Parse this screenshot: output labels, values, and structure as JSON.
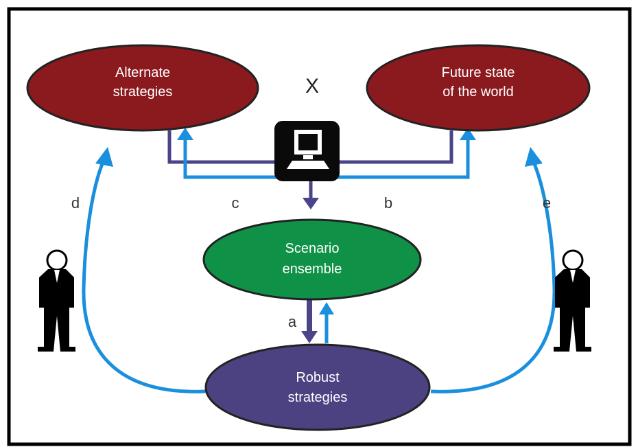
{
  "nodes": {
    "alternate": {
      "lines": [
        "Alternate",
        "strategies"
      ]
    },
    "future": {
      "lines": [
        "Future state",
        "of the world"
      ]
    },
    "scenario": {
      "lines": [
        "Scenario",
        "ensemble"
      ]
    },
    "robust": {
      "lines": [
        "Robust",
        "strategies"
      ]
    }
  },
  "operator": "X",
  "edge_labels": {
    "a": "a",
    "b": "b",
    "c": "c",
    "d": "d",
    "e": "e"
  },
  "icons": {
    "computer": "computer-icon",
    "person_left": "person-icon",
    "person_right": "person-icon"
  },
  "colors": {
    "dark_red": "#8b1a1f",
    "green": "#0f9247",
    "purple": "#4c4282",
    "blue_arrow": "#1a8fde",
    "purple_arrow": "#4a4488",
    "frame": "#000000"
  }
}
